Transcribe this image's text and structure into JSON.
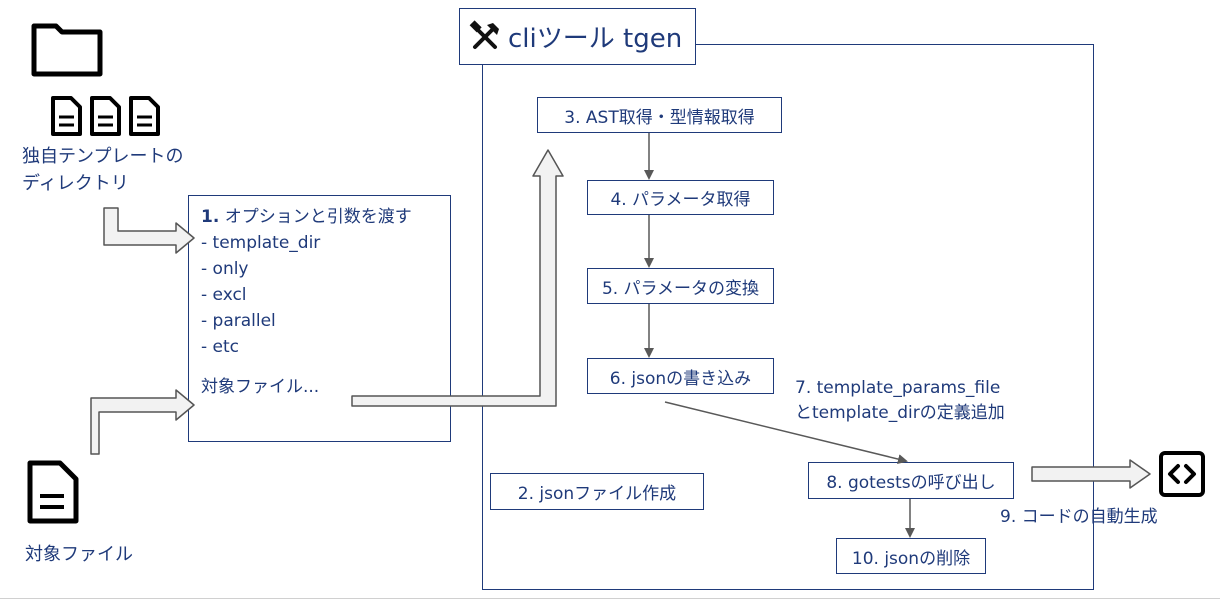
{
  "title": "cliツール tgen",
  "left": {
    "template_dir_label_line1": "独自テンプレートの",
    "template_dir_label_line2": "ディレクトリ",
    "target_file_label": "対象ファイル"
  },
  "args_box": {
    "heading_num": "1.",
    "heading_text": "オプションと引数を渡す",
    "items": [
      "- template_dir",
      "- only",
      "- excl",
      "- parallel",
      "- etc"
    ],
    "target_files": "対象ファイル..."
  },
  "steps": {
    "s2": "2. jsonファイル作成",
    "s3": "3. AST取得・型情報取得",
    "s4": "4. パラメータ取得",
    "s5": "5. パラメータの変換",
    "s6": "6. jsonの書き込み",
    "s7_line1": "7. template_params_file",
    "s7_line2": "とtemplate_dirの定義追加",
    "s8": "8. gotestsの呼び出し",
    "s9": "9. コードの自動生成",
    "s10": "10. jsonの削除"
  },
  "icons": [
    "folder-icon",
    "document-icon",
    "tools-icon",
    "code-icon"
  ],
  "colors": {
    "primary": "#1f3a7a",
    "arrow_fill": "#f2f2f2",
    "arrow_stroke": "#555555",
    "connector": "#595959"
  }
}
